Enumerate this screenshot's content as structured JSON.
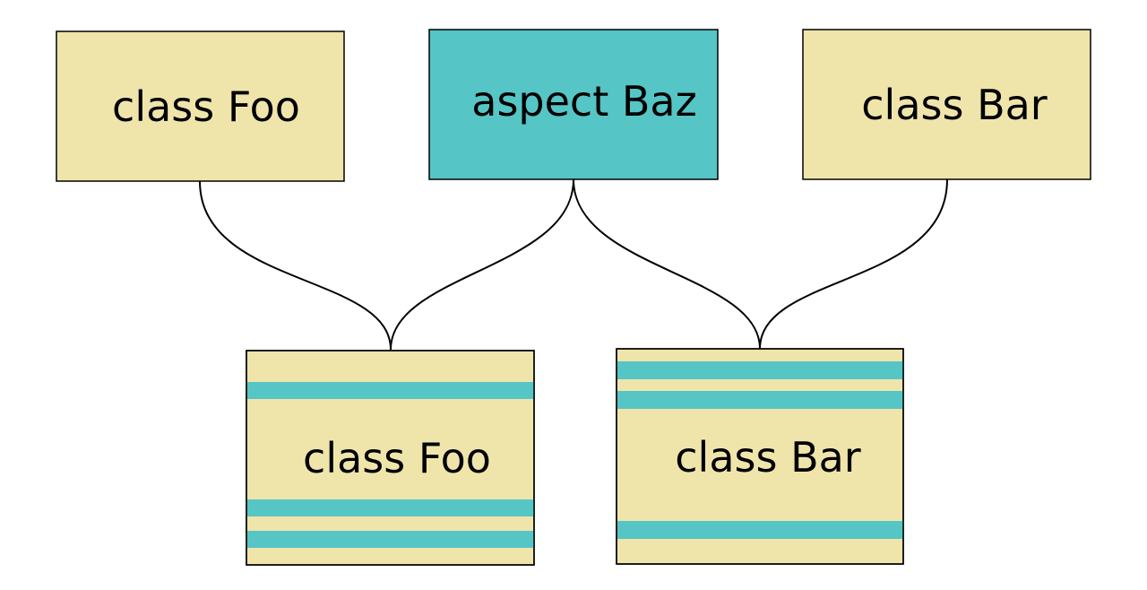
{
  "colors": {
    "class_fill": "#EFE5AB",
    "aspect_fill": "#55C5C5",
    "stripe": "#55C5C5",
    "line": "#000000"
  },
  "top": {
    "foo_label": "class Foo",
    "baz_label": "aspect Baz",
    "bar_label": "class Bar"
  },
  "woven": {
    "foo_label": "class Foo",
    "bar_label": "class Bar"
  }
}
